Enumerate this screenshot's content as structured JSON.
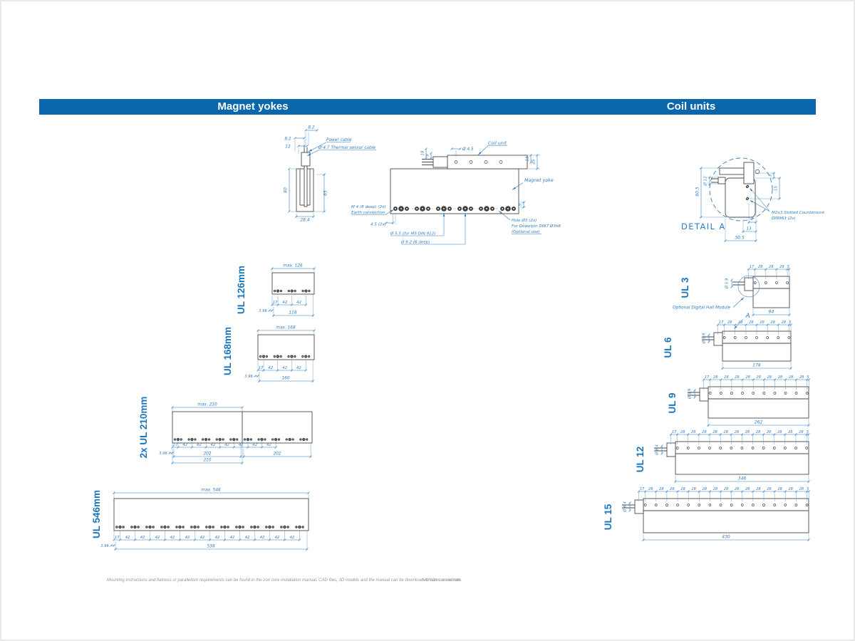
{
  "colors": {
    "dim": "#2f7bc0",
    "label": "#1b75bc",
    "outline": "#4a4a4a",
    "header_bar": "#0c66ab"
  },
  "header": {
    "left_title": "Magnet yokes",
    "right_title": "Coil units"
  },
  "side_view": {
    "cable_top_offset": "8.2",
    "cable_offset": "8.2",
    "cable_offset2": "12",
    "yoke_height": "80",
    "coil_height": "65",
    "yoke_width": "28.4",
    "power_cable_label": "Power cable",
    "thermal_cable_label": "Ø 4.7 Thermal sensor cable"
  },
  "top_view": {
    "hole_dia": "Ø 4.5",
    "coil_unit_label": "Coil unit",
    "magnet_yoke_label": "Magnet yoke",
    "cable_offset_a": "18",
    "cable_offset_b": "9",
    "coil_edge": "13",
    "coil_width": "25",
    "magnet_offset": "9",
    "earth_note_1": "M 4 (8 deep) (2x)",
    "earth_note_2": "Earth connection",
    "edge_offset": "4.5 (2x)",
    "bolt_note": "Ø 5.5 (for M5 DIN 912)",
    "cbore_note": "Ø 9.2 (6 deep)",
    "dowel_note_1": "Hole Ø3 (2x)",
    "dowel_note_2": "For Dowelpin DIN7 Ø3h8",
    "dowel_note_3": "(Optional use)"
  },
  "detail_a": {
    "title": "DETAIL A",
    "height": "60.5",
    "cable_dia": "Ø 12",
    "top_offset": "3",
    "screw_spacing": "15",
    "offset_7": "7",
    "offset_13": "13",
    "width": "30.5",
    "screw_note_1": "M2x3 Slotted Countersunk",
    "screw_note_2": "DIN963 (2x)"
  },
  "magnet_yokes": {
    "items": [
      {
        "label": "UL 126mm",
        "max_length": "max. 126",
        "segments": [
          "17",
          "42",
          "42"
        ],
        "edge_offset": "3.96",
        "hole_span": "118"
      },
      {
        "label": "UL 168mm",
        "max_length": "max. 168",
        "segments": [
          "17",
          "42",
          "42",
          "42"
        ],
        "edge_offset": "3.96",
        "hole_span": "160"
      },
      {
        "label": "2x UL 210mm",
        "max_length": "max. 210",
        "segments": [
          "17",
          "42",
          "42",
          "42",
          "42",
          "42",
          "42",
          "42"
        ],
        "edge_offset": "3.96",
        "hole_span_1": "202",
        "hole_span_2": "202",
        "yoke_length": "210"
      },
      {
        "label": "UL 546mm",
        "max_length": "max. 546",
        "segments": [
          "17",
          "42",
          "42",
          "42",
          "42",
          "42",
          "42",
          "42",
          "42",
          "42",
          "42",
          "42",
          "42"
        ],
        "edge_offset": "3.96",
        "hole_span": "538"
      }
    ]
  },
  "coil_units": {
    "hall_note": "Optional Digital Hall Module",
    "detail_marker": "A",
    "items": [
      {
        "label": "UL 3",
        "cable_dia": "Ø 5.9",
        "top_dims": [
          "17",
          "28",
          "28",
          "28",
          "5"
        ],
        "length": "94"
      },
      {
        "label": "UL 6",
        "cable_dia": "Ø 5.9",
        "top_dims": [
          "17",
          "28",
          "28",
          "28",
          "28",
          "28",
          "28",
          "5"
        ],
        "length": "178"
      },
      {
        "label": "UL 9",
        "cable_dia": "Ø 5.9",
        "top_dims": [
          "17",
          "28",
          "28",
          "28",
          "28",
          "28",
          "28",
          "28",
          "28",
          "28",
          "5"
        ],
        "length": "262"
      },
      {
        "label": "UL 12",
        "cable_dia": "Ø 6.4",
        "top_dims": [
          "17",
          "28",
          "28",
          "28",
          "28",
          "28",
          "28",
          "28",
          "28",
          "28",
          "28",
          "28",
          "28",
          "5"
        ],
        "length": "346"
      },
      {
        "label": "UL 15",
        "cable_dia": "Ø 6.4",
        "top_dims": [
          "17",
          "28",
          "28",
          "28",
          "28",
          "28",
          "28",
          "28",
          "28",
          "28",
          "28",
          "28",
          "28",
          "28",
          "28",
          "28",
          "5"
        ],
        "length": "430"
      }
    ]
  },
  "footer": {
    "left_note": "Mounting instructions and flatness or parallelism requirements can be found in the iron core installation manual. CAD files, 3D models and the manual can be downloaded from our website.",
    "right_note": "* All sizes are in mm"
  }
}
